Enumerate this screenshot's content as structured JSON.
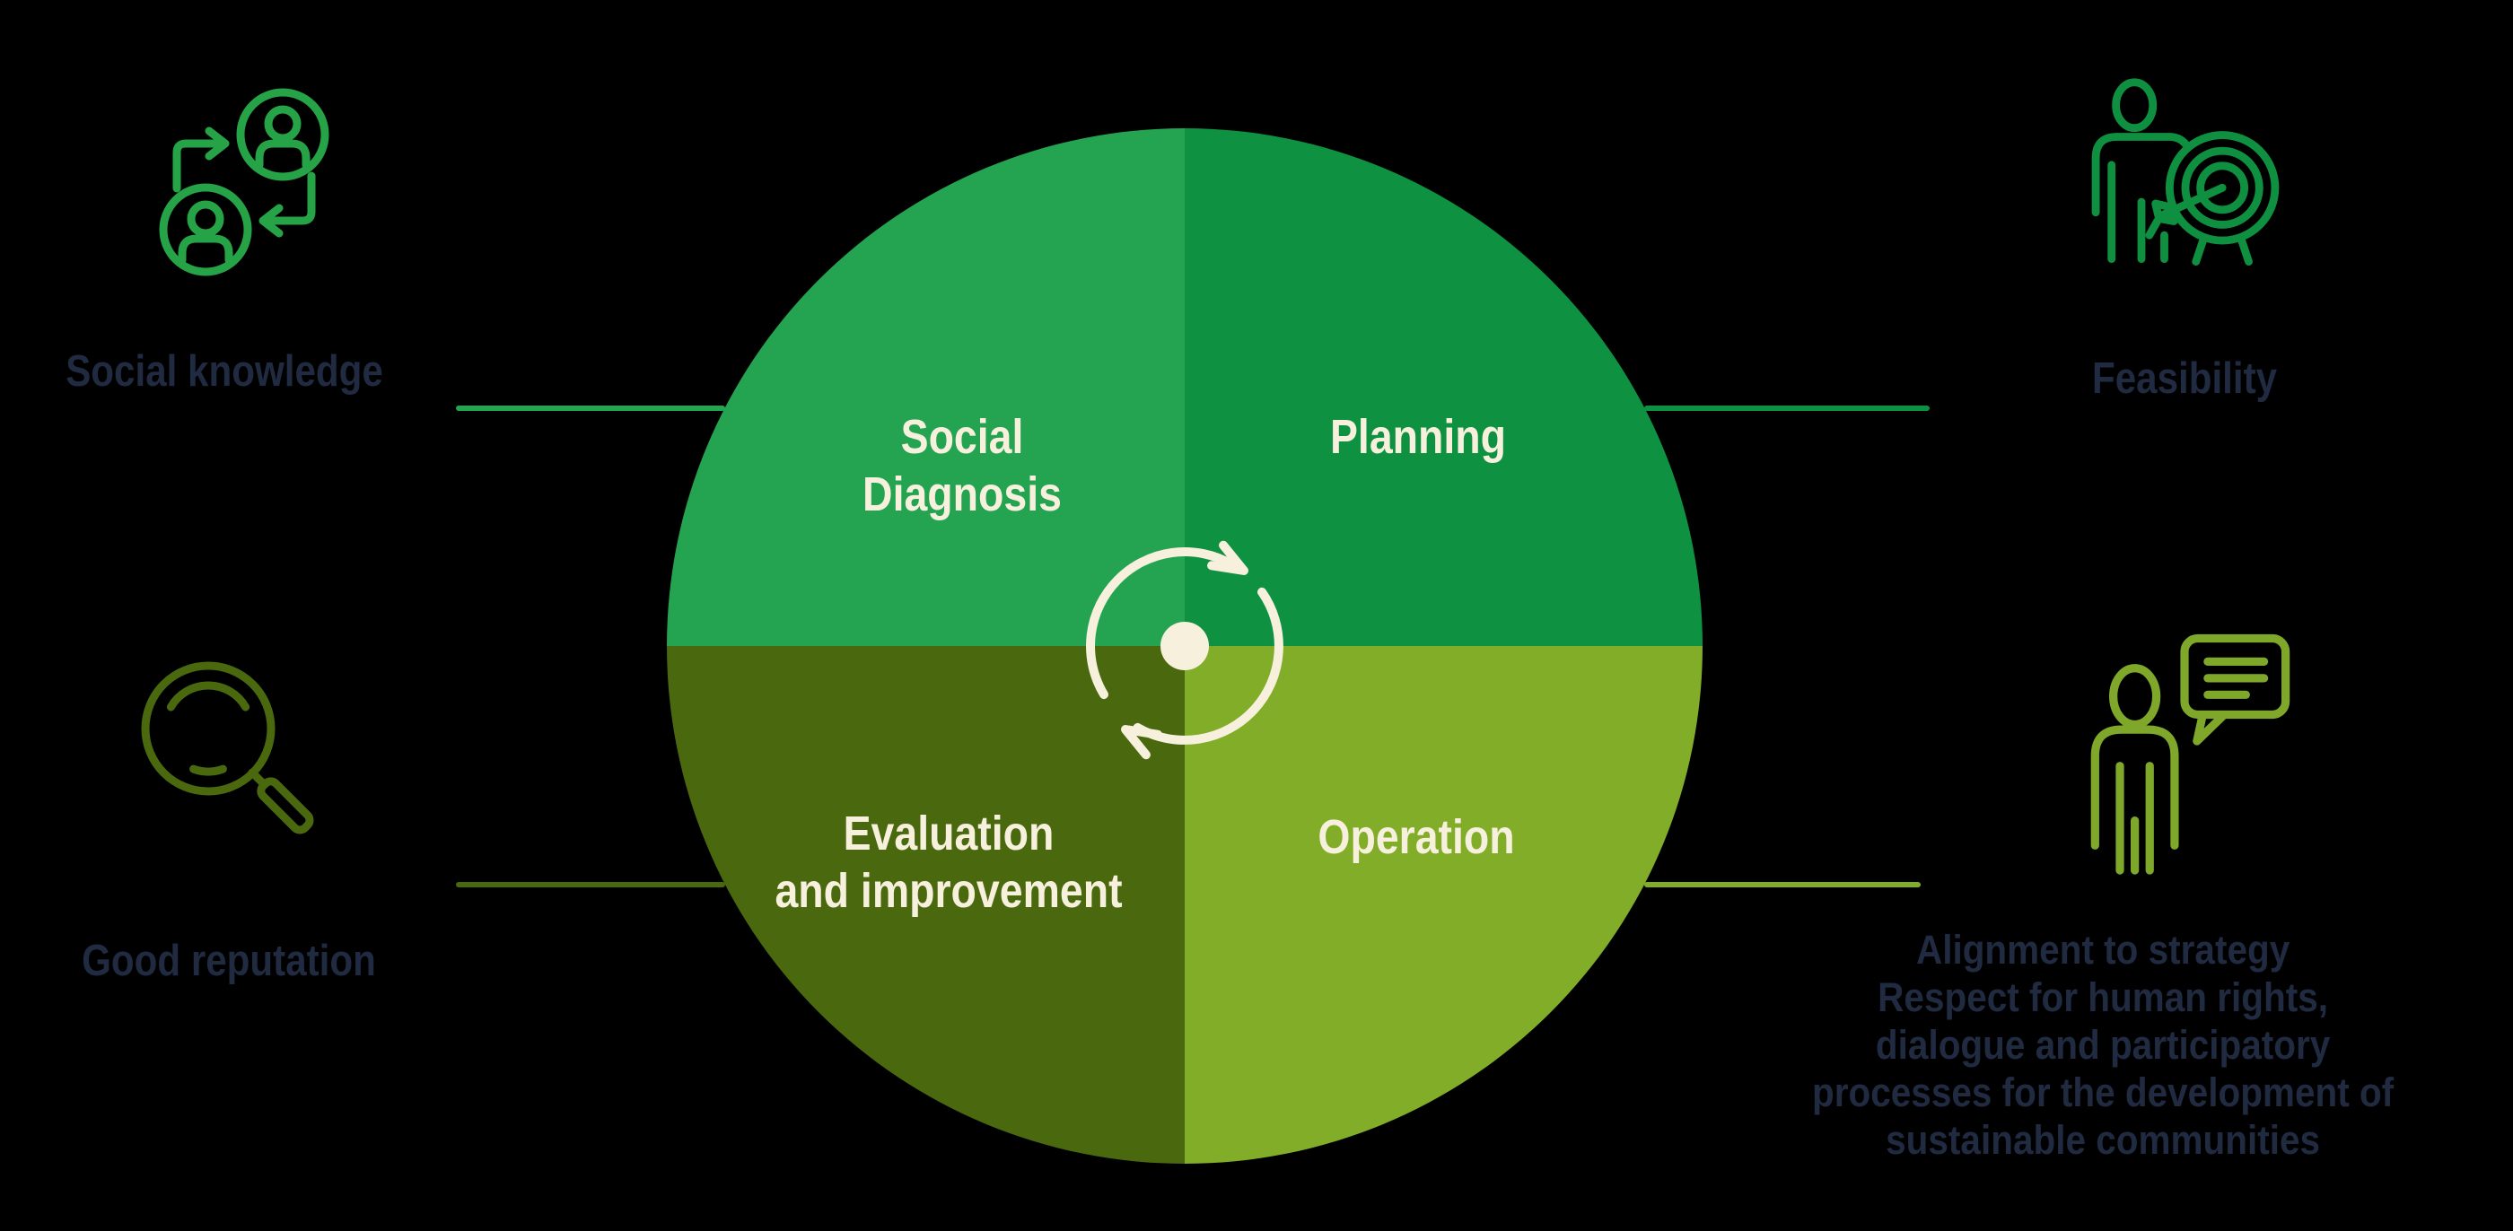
{
  "colors": {
    "background": "#000000",
    "quadrant_top_left": "#24A351",
    "quadrant_top_right": "#0E9140",
    "quadrant_bottom_left": "#4A690F",
    "quadrant_bottom_right": "#81AD29",
    "cream_text": "#F6F0DD",
    "navy_text": "#202A40"
  },
  "cycle": {
    "center_icon": "cycle-arrows-icon",
    "quadrants": [
      {
        "id": "social-diagnosis",
        "label": "Social\nDiagnosis",
        "color": "#24A351",
        "position": "top-left"
      },
      {
        "id": "planning",
        "label": "Planning",
        "color": "#0E9140",
        "position": "top-right"
      },
      {
        "id": "operation",
        "label": "Operation",
        "color": "#81AD29",
        "position": "bottom-right"
      },
      {
        "id": "evaluation",
        "label": "Evaluation\nand improvement",
        "color": "#4A690F",
        "position": "bottom-left"
      }
    ]
  },
  "callouts": {
    "top_left": {
      "icon": "people-exchange-icon",
      "label": "Social knowledge",
      "line_color": "#24A351"
    },
    "bottom_left": {
      "icon": "magnifier-icon",
      "label": "Good reputation",
      "line_color": "#4A690F"
    },
    "top_right": {
      "icon": "person-target-icon",
      "label": "Feasibility",
      "line_color": "#0E9140"
    },
    "bottom_right": {
      "icon": "person-speech-icon",
      "label": "Alignment to strategy\nRespect for human rights,\ndialogue and participatory\nprocesses for the development of\nsustainable communities",
      "line_color": "#81AD29"
    }
  }
}
